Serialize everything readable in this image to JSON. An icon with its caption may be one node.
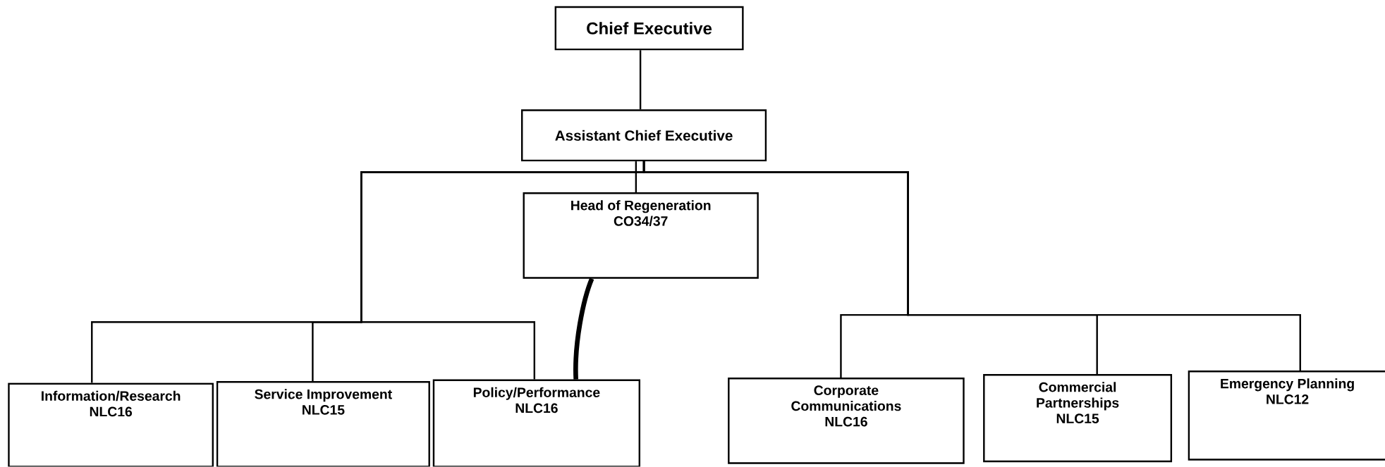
{
  "diagram": {
    "nodes": [
      {
        "text": [
          "Chief Executive"
        ]
      },
      {
        "text": [
          "Assistant Chief Executive"
        ]
      },
      {
        "text": [
          "Head of Regeneration",
          "CO34/37"
        ]
      },
      {
        "text": [
          "Information/Research",
          "NLC16"
        ]
      },
      {
        "text": [
          "Service Improvement",
          "NLC15"
        ]
      },
      {
        "text": [
          "Policy/Performance",
          "NLC16"
        ]
      },
      {
        "text": [
          "Corporate Communications",
          "NLC16"
        ]
      },
      {
        "text": [
          "Commercial Partnerships",
          "NLC15"
        ]
      },
      {
        "text": [
          "Emergency Planning",
          "NLC12"
        ]
      }
    ],
    "edges": [
      {
        "from": 0,
        "to": 1,
        "arrow": "none"
      },
      {
        "from": 1,
        "to": 2,
        "arrow": "none"
      },
      {
        "from": 1,
        "to": 3,
        "arrow": "none"
      },
      {
        "from": 1,
        "to": 4,
        "arrow": "none"
      },
      {
        "from": 1,
        "to": 5,
        "arrow": "none"
      },
      {
        "from": 1,
        "to": 6,
        "arrow": "none"
      },
      {
        "from": 1,
        "to": 7,
        "arrow": "none"
      },
      {
        "from": 1,
        "to": 8,
        "arrow": "none"
      },
      {
        "from": 2,
        "to": 5,
        "arrow": "none",
        "style": "thick"
      }
    ]
  }
}
